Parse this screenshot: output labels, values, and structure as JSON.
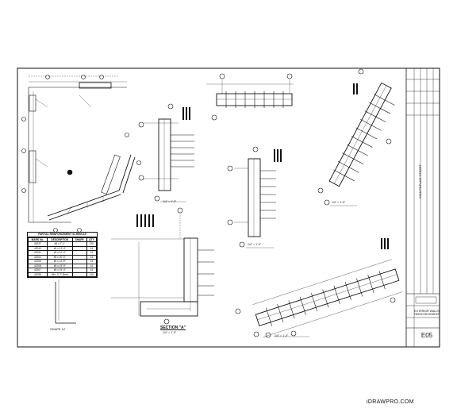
{
  "footer": {
    "site": "iDRAWPRO.COM"
  },
  "title_block": {
    "street": "2318 POPLAR STREET",
    "sheet_title_line1": "EXTERIOR WALLS",
    "sheet_title_line2": "REINFORCEMENT",
    "sheet_number": "E05"
  },
  "schedule": {
    "title": "PARTIAL REINFORCEMENT SCHEDULE",
    "headers": [
      "MARK No.",
      "DESCRIPTION",
      "SHAPE",
      "QTY"
    ],
    "rows": [
      [
        "42037",
        "#5 x 7'-1\"",
        "",
        "376"
      ],
      [
        "42043",
        "#5 x 13'-4\"",
        "",
        "14"
      ],
      [
        "42051",
        "#5 x 12'-4\"",
        "",
        "14"
      ],
      [
        "42202",
        "#5 x 20'-0\"",
        "",
        "14"
      ],
      [
        "42206",
        "#5 x 12'-9\"",
        "",
        "14"
      ],
      [
        "42208",
        "#5 x 19'-9\"",
        "",
        "14"
      ],
      [
        "42207",
        "#5 x 19'-4\"",
        "",
        "14"
      ],
      [
        "42055",
        "#5 x 3'-7\" Bent",
        "",
        "116"
      ]
    ]
  },
  "labels": {
    "shape_label": "SHAPE 12",
    "section_label": "SECTION \"A\"",
    "scale_1": "1/4\" = 1'-0\"",
    "scale_2": "1/4\" = 1'-0\"",
    "scale_3": "1/4\" = 1'-0\"",
    "scale_4": "1/4\" = 1'-0\"",
    "scale_5": "1/4\" = 1'-0\""
  }
}
